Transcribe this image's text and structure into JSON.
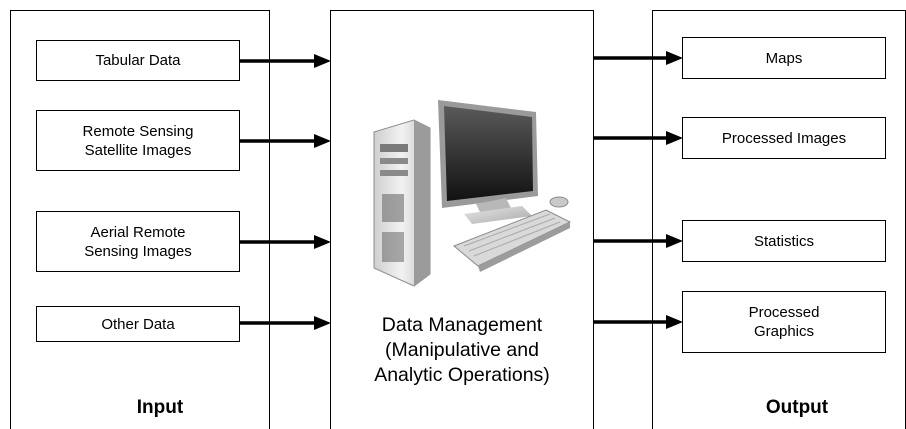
{
  "input": {
    "title": "Input",
    "items": [
      {
        "label": "Tabular Data"
      },
      {
        "label": "Remote Sensing\nSatellite Images"
      },
      {
        "label": "Aerial Remote\nSensing Images"
      },
      {
        "label": "Other Data"
      }
    ]
  },
  "center": {
    "label": "Data Management\n(Manipulative and\nAnalytic Operations)",
    "image_icon": "desktop-computer-icon"
  },
  "output": {
    "title": "Output",
    "items": [
      {
        "label": "Maps"
      },
      {
        "label": "Processed Images"
      },
      {
        "label": "Statistics"
      },
      {
        "label": "Processed\nGraphics"
      }
    ]
  },
  "colors": {
    "line": "#000000",
    "background": "#ffffff"
  }
}
